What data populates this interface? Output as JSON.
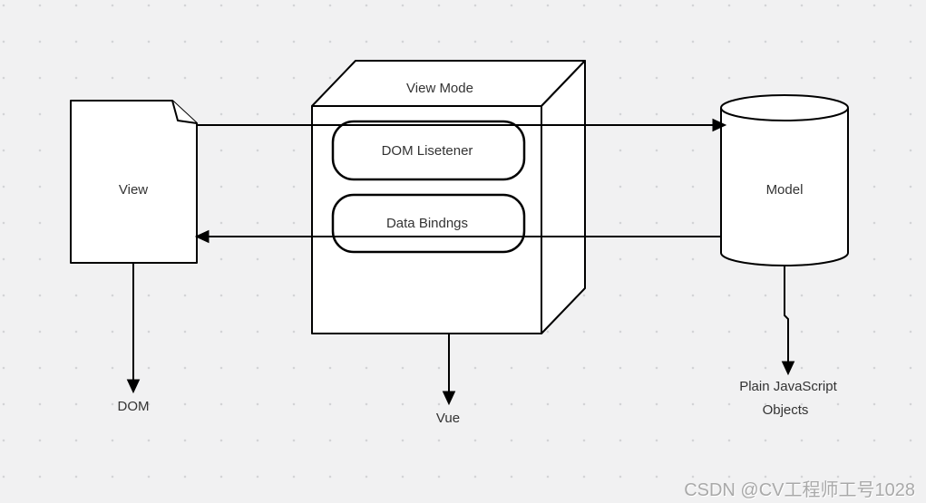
{
  "diagram": {
    "nodes": {
      "view": {
        "label": "View",
        "shape": "document"
      },
      "view_mode": {
        "label": "View Mode",
        "shape": "3d-box"
      },
      "dom_listener": {
        "label": "DOM Lisetener",
        "shape": "rounded-rect"
      },
      "data_bindings": {
        "label": "Data Bindngs",
        "shape": "rounded-rect"
      },
      "model": {
        "label": "Model",
        "shape": "cylinder"
      }
    },
    "labels": {
      "dom": "DOM",
      "vue": "Vue",
      "plain_js_line1": "Plain JavaScript",
      "plain_js_line2": "Objects"
    },
    "edges": [
      {
        "from": "view",
        "to": "model",
        "via": "dom_listener",
        "direction": "right"
      },
      {
        "from": "model",
        "to": "view",
        "via": "data_bindings",
        "direction": "left"
      },
      {
        "from": "view",
        "to": "dom",
        "direction": "down"
      },
      {
        "from": "view_mode",
        "to": "vue",
        "direction": "down"
      },
      {
        "from": "model",
        "to": "plain_javascript_objects",
        "direction": "down"
      }
    ],
    "watermark": "CSDN @CV工程师工号1028",
    "colors": {
      "background": "#f1f1f2",
      "grid_dot": "#d3d4d6",
      "stroke": "#000000",
      "shape_fill": "#ffffff",
      "text": "#333333",
      "watermark": "#a9a9a9"
    }
  }
}
